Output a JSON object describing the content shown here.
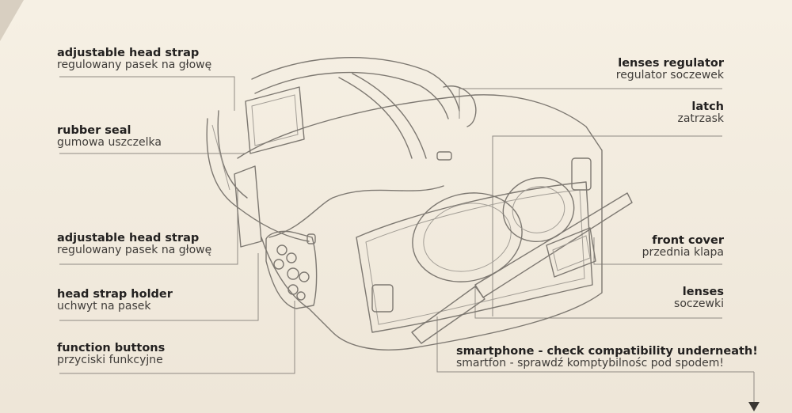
{
  "callouts": {
    "strap_top": {
      "en": "adjustable head strap",
      "pl": "regulowany pasek na głowę"
    },
    "rubber_seal": {
      "en": "rubber seal",
      "pl": "gumowa uszczelka"
    },
    "strap_side": {
      "en": "adjustable head strap",
      "pl": "regulowany pasek na głowę"
    },
    "strap_holder": {
      "en": "head strap holder",
      "pl": "uchwyt na pasek"
    },
    "buttons": {
      "en": "function buttons",
      "pl": "przyciski funkcyjne"
    },
    "lens_reg": {
      "en": "lenses regulator",
      "pl": "regulator soczewek"
    },
    "latch": {
      "en": "latch",
      "pl": "zatrzask"
    },
    "front_cover": {
      "en": "front cover",
      "pl": "przednia klapa"
    },
    "lenses": {
      "en": "lenses",
      "pl": "soczewki"
    },
    "smartphone": {
      "en": "smartphone - check compatibility underneath!",
      "pl": "smartfon - sprawdź komptybilnośc pod spodem!"
    }
  },
  "colors": {
    "paper": "#f3ede1",
    "ink": "#2b2927",
    "line": "#8f8a83"
  }
}
